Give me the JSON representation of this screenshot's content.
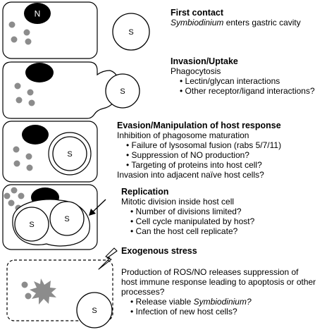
{
  "cell_labels": {
    "nucleus": "N",
    "symbiont": "S"
  },
  "colors": {
    "outline": "#000000",
    "granule": "#8c8c8c",
    "nucleus_fill": "#000000",
    "background": "#ffffff"
  },
  "panels": [
    {
      "title": "First contact",
      "lines": [
        {
          "italic": "Symbiodinium",
          "text": " enters gastric cavity"
        }
      ]
    },
    {
      "title": "Invasion/Uptake",
      "lines": [
        {
          "text": "Phagocytosis"
        },
        {
          "text": "• Lectin/glycan interactions"
        },
        {
          "text": "• Other receptor/ligand interactions?"
        }
      ]
    },
    {
      "title": "Evasion/Manipulation of host response",
      "lines": [
        {
          "text": "Inhibition of phagosome maturation"
        },
        {
          "text": "• Failure of lysosomal fusion (rabs 5/7/11)"
        },
        {
          "text": "• Suppression of NO production?"
        },
        {
          "text": "• Targeting of proteins into host cell?"
        },
        {
          "text": "Invasion into adjacent naïve host cells?"
        }
      ]
    },
    {
      "title": "Replication",
      "lines": [
        {
          "text": "Mitotic division inside host cell"
        },
        {
          "text": "• Number of divisions limited?"
        },
        {
          "text": "• Cell cycle manipulated by host?"
        },
        {
          "text": "• Can the host cell replicate?"
        }
      ]
    },
    {
      "title": "Exogenous stress",
      "lines": [
        {
          "text": "Production of ROS/NO releases suppression of"
        },
        {
          "text": "host immune response leading to apoptosis or other"
        },
        {
          "text": "processes?"
        },
        {
          "text": "• Release viable ",
          "italic_after": "Symbiodinium?"
        },
        {
          "text": "• Infection of new host cells?"
        }
      ]
    }
  ]
}
